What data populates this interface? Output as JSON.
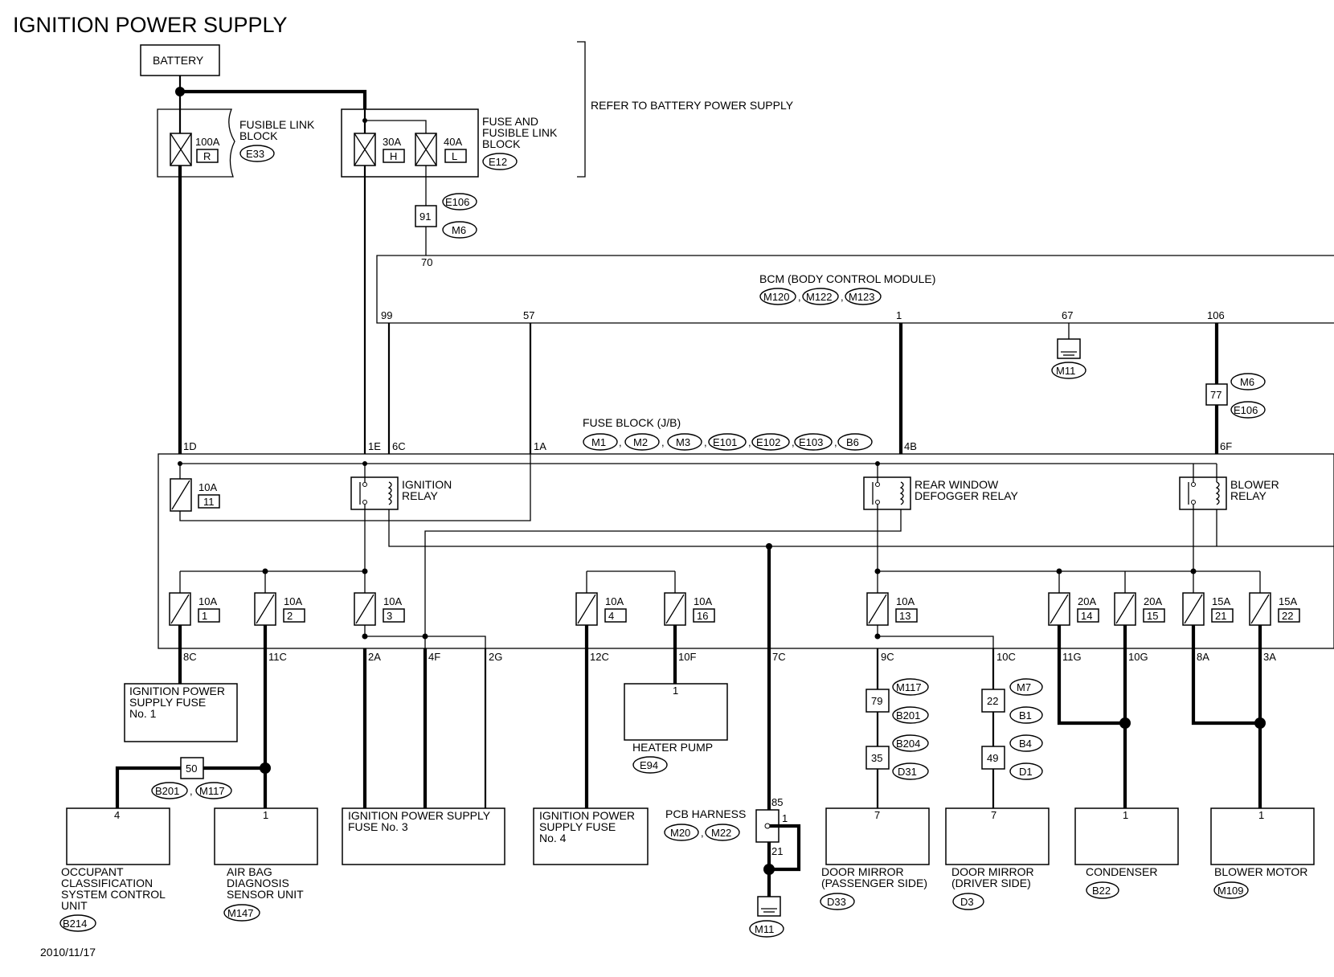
{
  "title": "IGNITION POWER SUPPLY",
  "date": "2010/11/17",
  "battery": "BATTERY",
  "refer_note": "REFER TO BATTERY POWER SUPPLY",
  "fusible_link_block": {
    "label1": "FUSIBLE LINK",
    "label2": "BLOCK",
    "connector": "E33",
    "fuse_rating": "100A",
    "fuse_id": "R"
  },
  "fuse_fusible_link_block": {
    "label1": "FUSE AND",
    "label2": "FUSIBLE LINK",
    "label3": "BLOCK",
    "connector": "E12",
    "fuse_a_rating": "30A",
    "fuse_a_id": "H",
    "fuse_b_rating": "40A",
    "fuse_b_id": "L"
  },
  "harness_top": {
    "pin": "91",
    "conn_a": "E106",
    "conn_b": "M6"
  },
  "bcm": {
    "label": "BCM (BODY CONTROL MODULE)",
    "connectors": [
      "M120",
      "M122",
      "M123"
    ],
    "pins": {
      "p70": "70",
      "p99": "99",
      "p57": "57",
      "p1": "1",
      "p67": "67",
      "p106": "106"
    },
    "ground_conn": "M11"
  },
  "harness_blower": {
    "pin": "77",
    "conn_a": "M6",
    "conn_b": "E106"
  },
  "fuse_block": {
    "label": "FUSE BLOCK (J/B)",
    "connectors": [
      "M1",
      "M2",
      "M3",
      "E101",
      "E102",
      "E103",
      "B6"
    ],
    "top_pins": {
      "p1d": "1D",
      "p1e": "1E",
      "p6c": "6C",
      "p1a": "1A",
      "p4b": "4B",
      "p6f": "6F"
    },
    "fuse11": {
      "rating": "10A",
      "id": "11"
    },
    "relays": {
      "ignition_1": "IGNITION",
      "ignition_2": "RELAY",
      "rear_1": "REAR WINDOW",
      "rear_2": "DEFOGGER RELAY",
      "blower_1": "BLOWER",
      "blower_2": "RELAY"
    },
    "fuses": [
      {
        "rating": "10A",
        "id": "1"
      },
      {
        "rating": "10A",
        "id": "2"
      },
      {
        "rating": "10A",
        "id": "3"
      },
      {
        "rating": "10A",
        "id": "4"
      },
      {
        "rating": "10A",
        "id": "16"
      },
      {
        "rating": "10A",
        "id": "13"
      },
      {
        "rating": "20A",
        "id": "14"
      },
      {
        "rating": "20A",
        "id": "15"
      },
      {
        "rating": "15A",
        "id": "21"
      },
      {
        "rating": "15A",
        "id": "22"
      }
    ],
    "bottom_pins": [
      "8C",
      "11C",
      "2A",
      "4F",
      "2G",
      "12C",
      "10F",
      "7C",
      "9C",
      "10C",
      "11G",
      "10G",
      "8A",
      "3A"
    ]
  },
  "ign_fuse1": {
    "l1": "IGNITION POWER",
    "l2": "SUPPLY FUSE",
    "l3": "No. 1"
  },
  "harness_50": {
    "pin": "50",
    "conn_a": "B201",
    "conn_b": "M117"
  },
  "occupant": {
    "pin": "4",
    "l1": "OCCUPANT",
    "l2": "CLASSIFICATION",
    "l3": "SYSTEM CONTROL",
    "l4": "UNIT",
    "conn": "B214"
  },
  "airbag": {
    "pin": "1",
    "l1": "AIR BAG",
    "l2": "DIAGNOSIS",
    "l3": "SENSOR UNIT",
    "conn": "M147"
  },
  "ign_fuse3": {
    "l1": "IGNITION POWER SUPPLY",
    "l2": "FUSE No. 3"
  },
  "ign_fuse4": {
    "l1": "IGNITION POWER",
    "l2": "SUPPLY FUSE",
    "l3": "No. 4"
  },
  "heater": {
    "pin": "1",
    "label": "HEATER PUMP",
    "conn": "E94"
  },
  "pcb": {
    "label": "PCB HARNESS",
    "conn_a": "M20",
    "conn_b": "M22",
    "p85": "85",
    "p1": "1",
    "p21": "21",
    "ground_conn": "M11"
  },
  "harness_pass": {
    "pin_a": "79",
    "conn_a1": "M117",
    "conn_a2": "B201",
    "pin_b": "35",
    "conn_b1": "B204",
    "conn_b2": "D31"
  },
  "harness_drv": {
    "pin_a": "22",
    "conn_a1": "M7",
    "conn_a2": "B1",
    "pin_b": "49",
    "conn_b1": "B4",
    "conn_b2": "D1"
  },
  "door_pass": {
    "pin": "7",
    "l1": "DOOR MIRROR",
    "l2": "(PASSENGER SIDE)",
    "conn": "D33"
  },
  "door_drv": {
    "pin": "7",
    "l1": "DOOR MIRROR",
    "l2": "(DRIVER SIDE)",
    "conn": "D3"
  },
  "condenser": {
    "pin": "1",
    "label": "CONDENSER",
    "conn": "B22"
  },
  "blower_motor": {
    "pin": "1",
    "label": "BLOWER MOTOR",
    "conn": "M109"
  }
}
